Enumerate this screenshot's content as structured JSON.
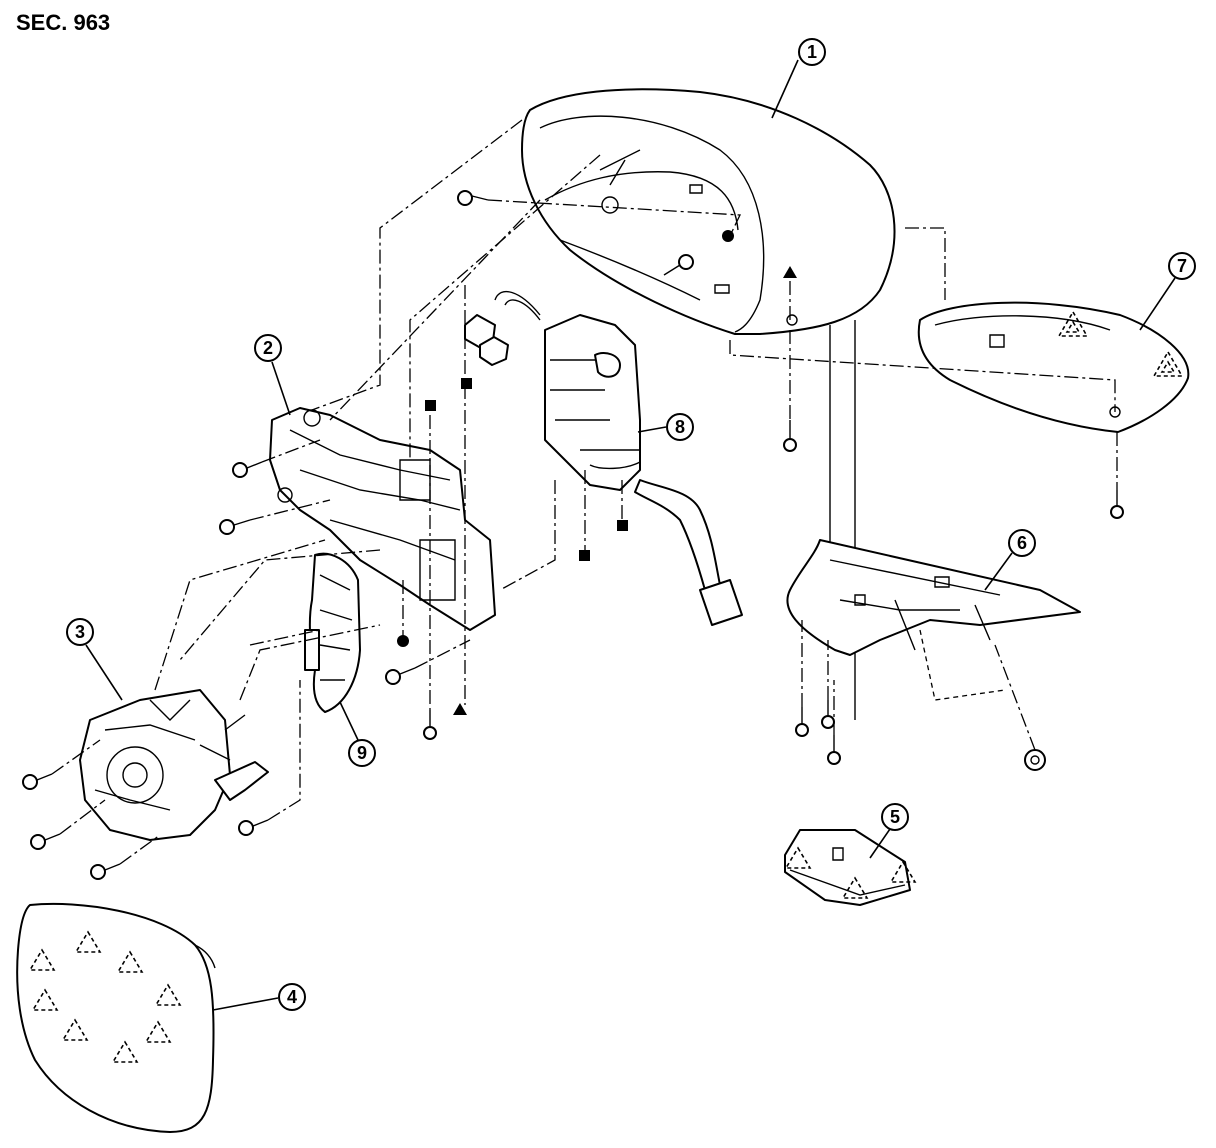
{
  "section_label": "SEC. 963",
  "callouts": [
    {
      "id": "callout-1",
      "label": "1"
    },
    {
      "id": "callout-2",
      "label": "2"
    },
    {
      "id": "callout-3",
      "label": "3"
    },
    {
      "id": "callout-4",
      "label": "4"
    },
    {
      "id": "callout-5",
      "label": "5"
    },
    {
      "id": "callout-6",
      "label": "6"
    },
    {
      "id": "callout-7",
      "label": "7"
    },
    {
      "id": "callout-8",
      "label": "8"
    },
    {
      "id": "callout-9",
      "label": "9"
    }
  ],
  "symbols": [
    "filled-circle-marker",
    "filled-triangle-marker",
    "filled-square-marker"
  ]
}
